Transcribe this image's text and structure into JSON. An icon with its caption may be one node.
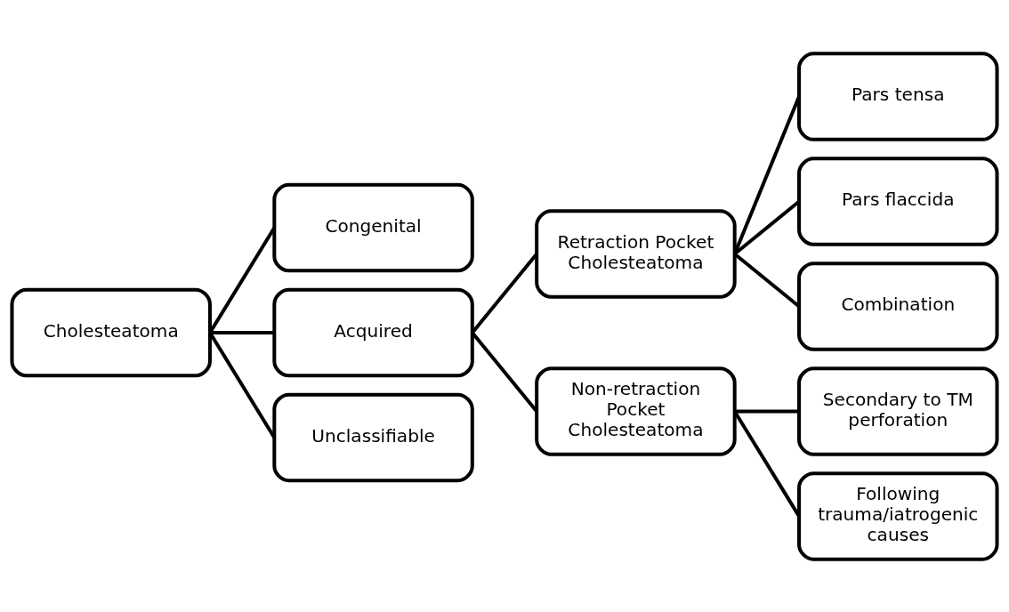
{
  "diagram": {
    "nodes": [
      {
        "text": [
          "Cholesteatoma"
        ]
      },
      {
        "text": [
          "Congenital"
        ]
      },
      {
        "text": [
          "Acquired"
        ]
      },
      {
        "text": [
          "Unclassifiable"
        ]
      },
      {
        "text": [
          "Retraction Pocket Cholesteatoma"
        ]
      },
      {
        "text": [
          "Non-retraction Pocket Cholesteatoma"
        ]
      },
      {
        "text": [
          "Pars tensa"
        ]
      },
      {
        "text": [
          "Pars flaccida"
        ]
      },
      {
        "text": [
          "Combination"
        ]
      },
      {
        "text": [
          "Secondary to TM perforation"
        ]
      },
      {
        "text": [
          "Following trauma/iatrogenic causes"
        ]
      }
    ],
    "edges": [
      {
        "from": 0,
        "to": 1,
        "arrow": "none"
      },
      {
        "from": 0,
        "to": 2,
        "arrow": "none"
      },
      {
        "from": 0,
        "to": 3,
        "arrow": "none"
      },
      {
        "from": 2,
        "to": 4,
        "arrow": "none"
      },
      {
        "from": 2,
        "to": 5,
        "arrow": "none"
      },
      {
        "from": 4,
        "to": 6,
        "arrow": "none"
      },
      {
        "from": 4,
        "to": 7,
        "arrow": "none"
      },
      {
        "from": 4,
        "to": 8,
        "arrow": "none"
      },
      {
        "from": 5,
        "to": 9,
        "arrow": "none"
      },
      {
        "from": 5,
        "to": 10,
        "arrow": "none"
      }
    ]
  }
}
